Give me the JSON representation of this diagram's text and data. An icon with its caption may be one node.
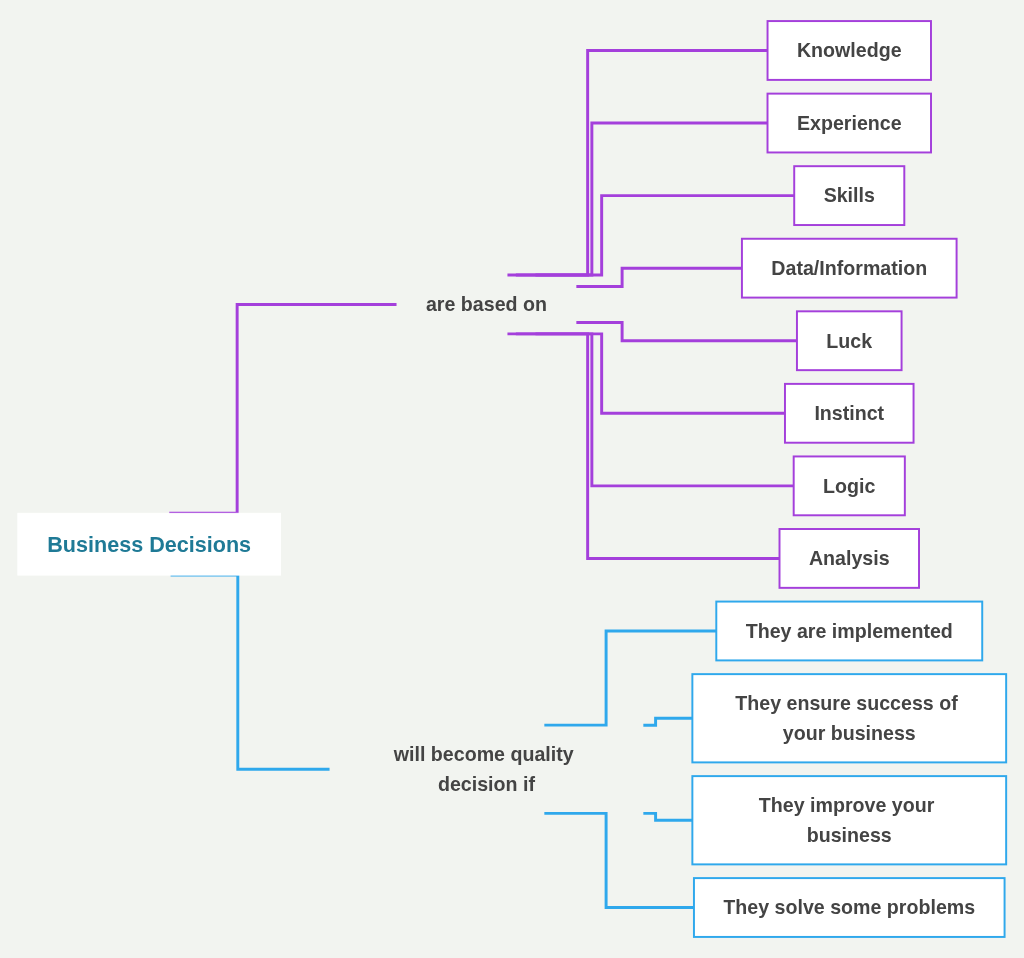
{
  "diagram": {
    "nodes": [
      {
        "text": [
          "Business Decisions"
        ]
      },
      {
        "text": [
          "are based on"
        ]
      },
      {
        "text": [
          "Knowledge"
        ]
      },
      {
        "text": [
          "Experience"
        ]
      },
      {
        "text": [
          "Skills"
        ]
      },
      {
        "text": [
          "Data/Information"
        ]
      },
      {
        "text": [
          "Luck"
        ]
      },
      {
        "text": [
          "Instinct"
        ]
      },
      {
        "text": [
          "Logic"
        ]
      },
      {
        "text": [
          "Analysis"
        ]
      },
      {
        "text": [
          "will become quality decision if"
        ]
      },
      {
        "text": [
          "They are implemented"
        ]
      },
      {
        "text": [
          "They ensure success of your business"
        ]
      },
      {
        "text": [
          "They improve your business"
        ]
      },
      {
        "text": [
          "They solve some problems"
        ]
      }
    ],
    "edges": [
      {
        "from": 0,
        "to": 1,
        "arrow": "none",
        "color": "#a43fdb"
      },
      {
        "from": 1,
        "to": 2,
        "arrow": "none",
        "color": "#a43fdb"
      },
      {
        "from": 1,
        "to": 3,
        "arrow": "none",
        "color": "#a43fdb"
      },
      {
        "from": 1,
        "to": 4,
        "arrow": "none",
        "color": "#a43fdb"
      },
      {
        "from": 1,
        "to": 5,
        "arrow": "none",
        "color": "#a43fdb"
      },
      {
        "from": 1,
        "to": 6,
        "arrow": "none",
        "color": "#a43fdb"
      },
      {
        "from": 1,
        "to": 7,
        "arrow": "none",
        "color": "#a43fdb"
      },
      {
        "from": 1,
        "to": 8,
        "arrow": "none",
        "color": "#a43fdb"
      },
      {
        "from": 1,
        "to": 9,
        "arrow": "none",
        "color": "#a43fdb"
      },
      {
        "from": 0,
        "to": 10,
        "arrow": "none",
        "color": "#2fa8ec"
      },
      {
        "from": 10,
        "to": 11,
        "arrow": "none",
        "color": "#2fa8ec"
      },
      {
        "from": 10,
        "to": 12,
        "arrow": "none",
        "color": "#2fa8ec"
      },
      {
        "from": 10,
        "to": 13,
        "arrow": "none",
        "color": "#2fa8ec"
      },
      {
        "from": 10,
        "to": 14,
        "arrow": "none",
        "color": "#2fa8ec"
      }
    ]
  }
}
